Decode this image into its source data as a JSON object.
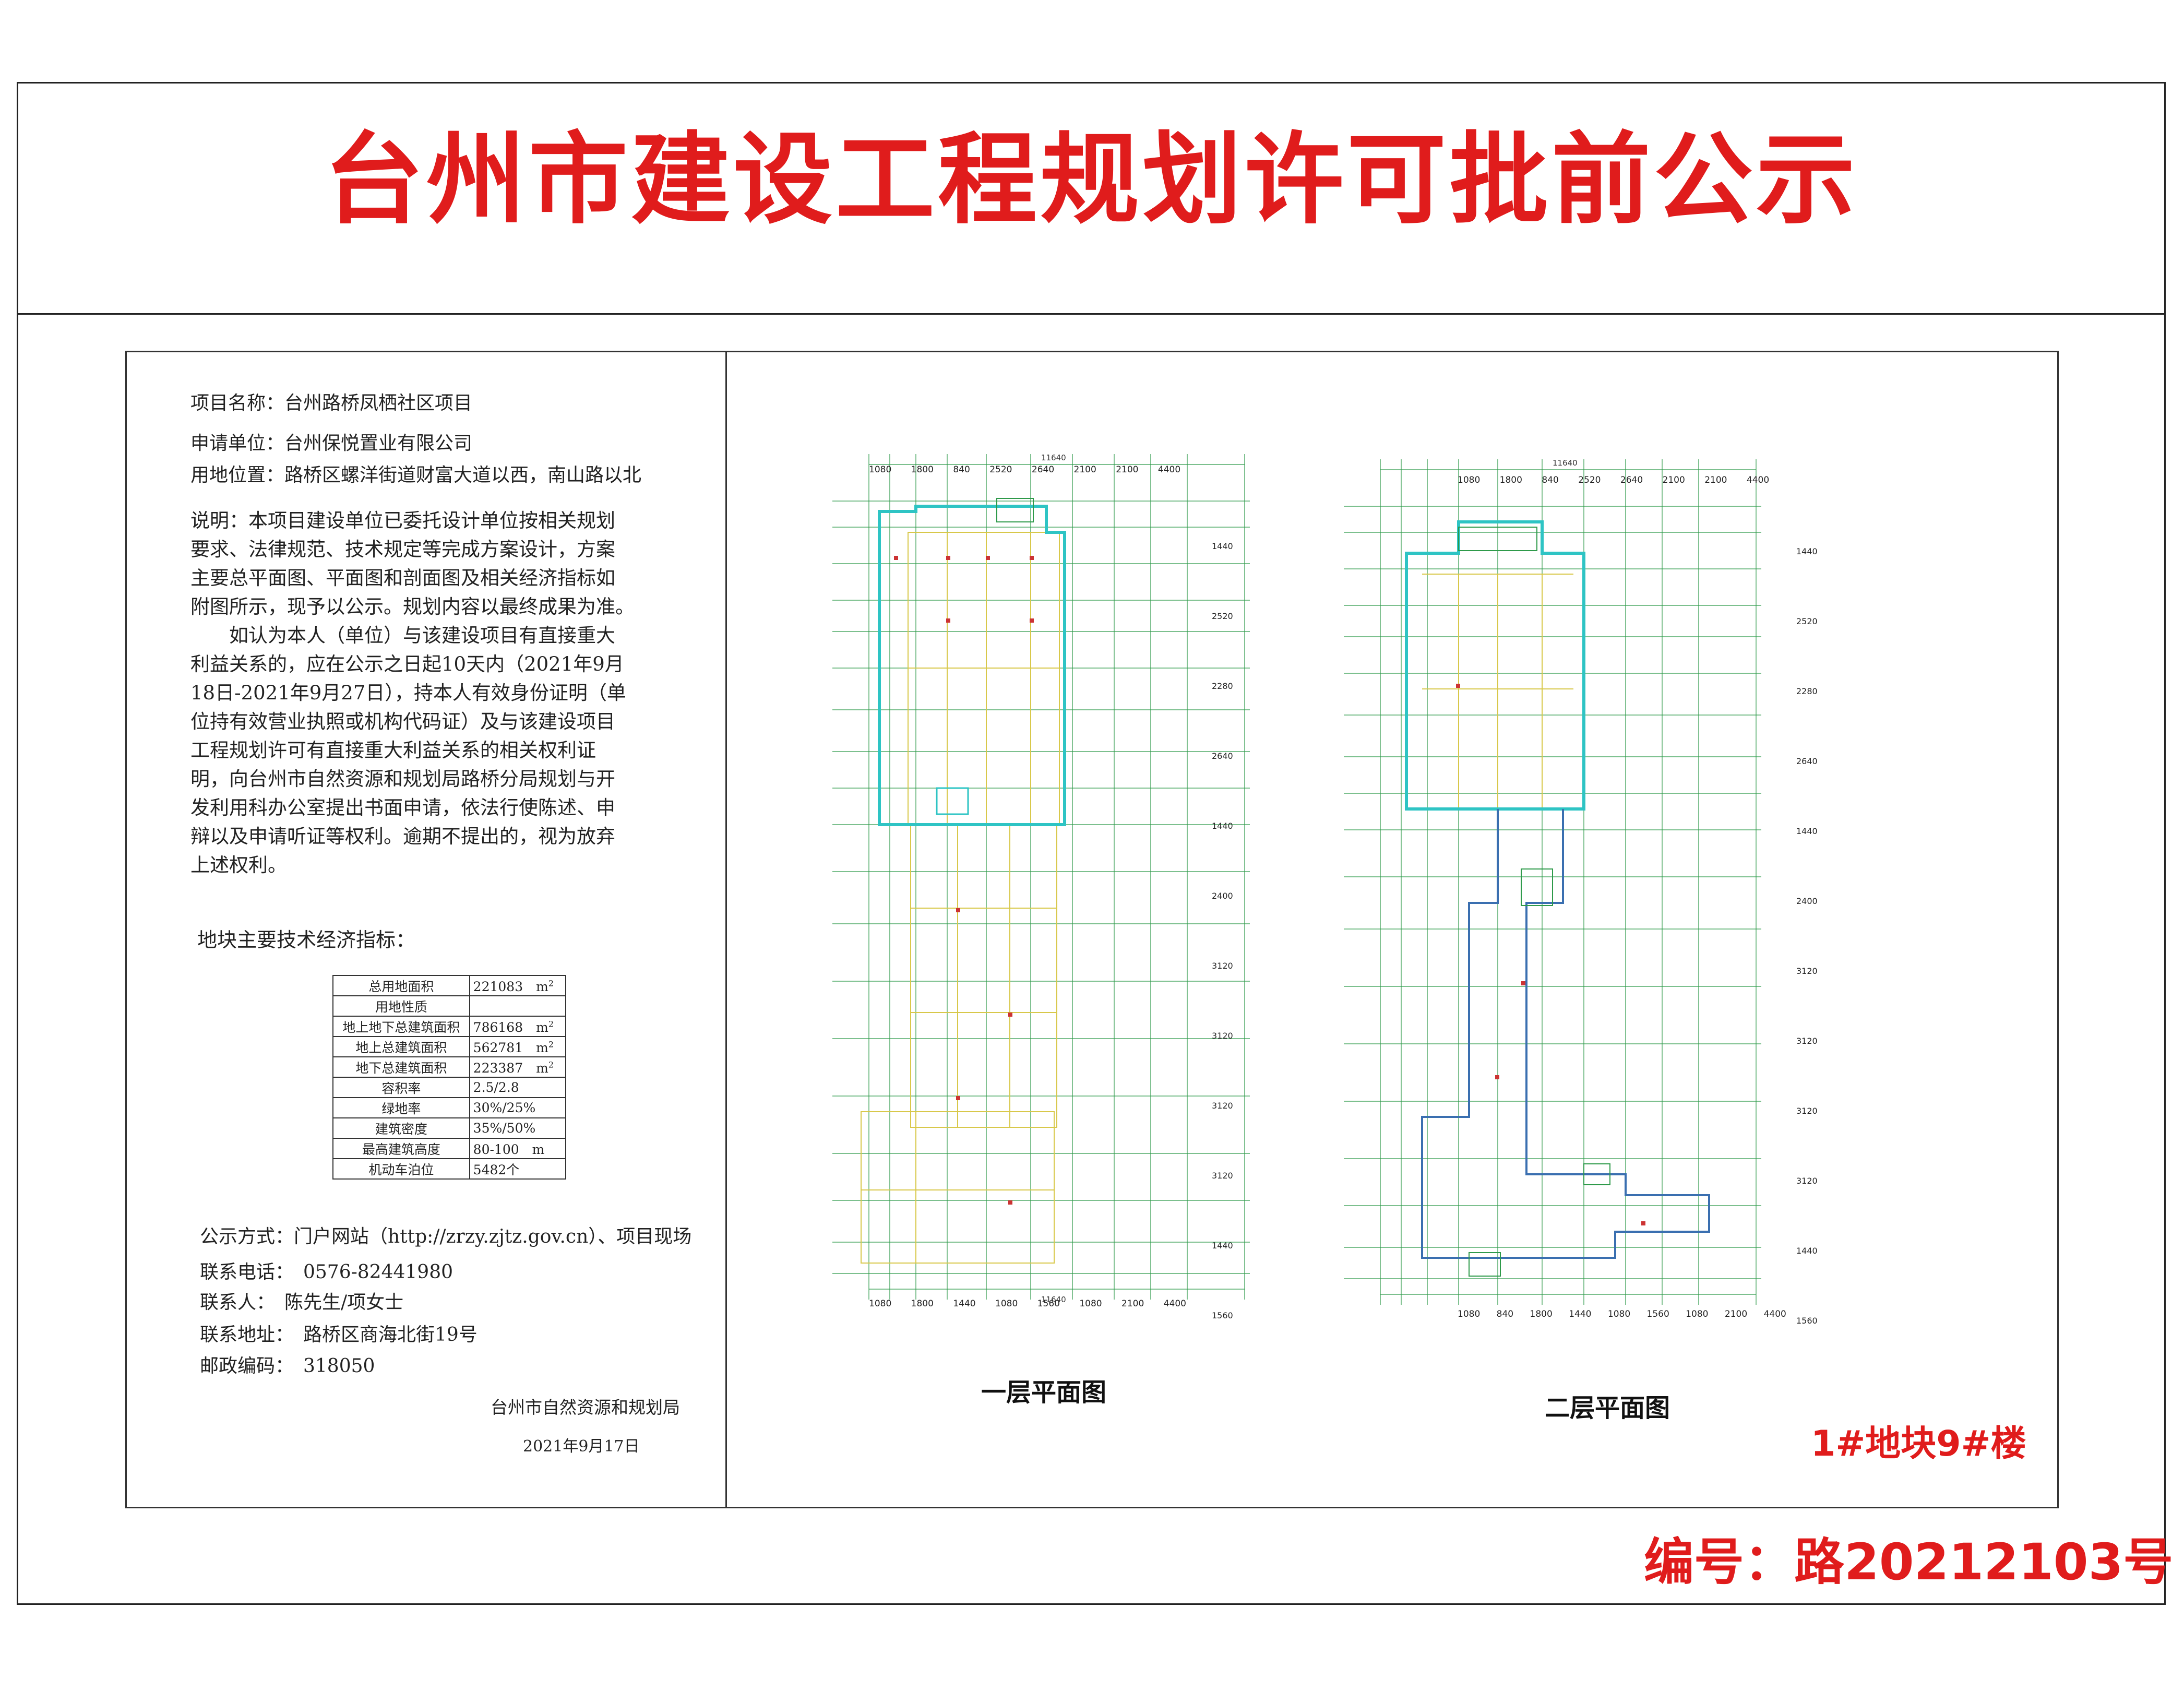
{
  "notice": {
    "title": "台州市建设工程规划许可批前公示",
    "project_name_label": "项目名称：",
    "project_name": "台州路桥凤栖社区项目",
    "applicant_label": "申请单位：",
    "applicant": "台州保悦置业有限公司",
    "location_label": "用地位置：",
    "location": "路桥区螺洋街道财富大道以西，南山路以北",
    "description_lines": [
      "说明：本项目建设单位已委托设计单位按相关规划",
      "要求、法律规范、技术规定等完成方案设计，方案",
      "主要总平面图、平面图和剖面图及相关经济指标如",
      "附图所示，现予以公示。规划内容以最终成果为准。",
      "　　如认为本人（单位）与该建设项目有直接重大",
      "利益关系的，应在公示之日起10天内（2021年9月",
      "18日-2021年9月27日），持本人有效身份证明（单",
      "位持有效营业执照或机构代码证）及与该建设项目",
      "工程规划许可有直接重大利益关系的相关权利证",
      "明，向台州市自然资源和规划局路桥分局规划与开",
      "发利用科办公室提出书面申请，依法行使陈述、申",
      "辩以及申请听证等权利。逾期不提出的，视为放弃",
      "上述权利。"
    ],
    "indicators_heading": "地块主要技术经济指标：",
    "indicators": [
      {
        "label": "总用地面积",
        "value": "221083",
        "unit": "m",
        "sup": "2"
      },
      {
        "label": "用地性质",
        "value": "",
        "unit": "",
        "sup": ""
      },
      {
        "label": "地上地下总建筑面积",
        "value": "786168",
        "unit": "m",
        "sup": "2"
      },
      {
        "label": "地上总建筑面积",
        "value": "562781",
        "unit": "m",
        "sup": "2"
      },
      {
        "label": "地下总建筑面积",
        "value": "223387",
        "unit": "m",
        "sup": "2"
      },
      {
        "label": "容积率",
        "value": "2.5/2.8",
        "unit": "",
        "sup": ""
      },
      {
        "label": "绿地率",
        "value": "30%/25%",
        "unit": "",
        "sup": ""
      },
      {
        "label": "建筑密度",
        "value": "35%/50%",
        "unit": "",
        "sup": ""
      },
      {
        "label": "最高建筑高度",
        "value": "80-100",
        "unit": "m",
        "sup": ""
      },
      {
        "label": "机动车泊位",
        "value": "5482个",
        "unit": "",
        "sup": ""
      }
    ],
    "publicity_method": "公示方式：门户网站（http://zrzy.zjtz.gov.cn）、项目现场",
    "phone": "联系电话：　0576-82441980",
    "contact": "联系人：　陈先生/项女士",
    "address": "联系地址：　路桥区商海北街19号",
    "postcode": "邮政编码：　318050",
    "issuer": "台州市自然资源和规划局",
    "date": "2021年9月17日"
  },
  "drawings": {
    "plan1_caption": "一层平面图",
    "plan2_caption": "二层平面图",
    "plan1_dims_top": [
      "1080",
      "1800",
      "840",
      "2520",
      "2640",
      "2100",
      "2100",
      "4400"
    ],
    "plan1_dims_bottom": [
      "1080",
      "1800",
      "1440",
      "1080",
      "1560",
      "1080",
      "2100",
      "4400"
    ],
    "plan2_dims_top": [
      "1080",
      "1800",
      "840",
      "2520",
      "2640",
      "2100",
      "2100",
      "4400"
    ],
    "plan2_dims_bottom": [
      "1080",
      "840",
      "1800",
      "1440",
      "1080",
      "1560",
      "1080",
      "2100",
      "4400"
    ],
    "plan_side_dims": [
      "1440",
      "2520",
      "2280",
      "2640",
      "1440",
      "2400",
      "3120",
      "3120",
      "3120",
      "3120",
      "1440",
      "1560"
    ],
    "plot_label": "1#地块9#楼",
    "ref_number": "编号：路20212103号"
  },
  "colors": {
    "title_red": "#e01c1c",
    "outline_cyan": "#2ec4c4",
    "grid_green": "#2e9a4a",
    "wall_yellow": "#d8c84a",
    "wall_blue": "#3a6fb0"
  }
}
